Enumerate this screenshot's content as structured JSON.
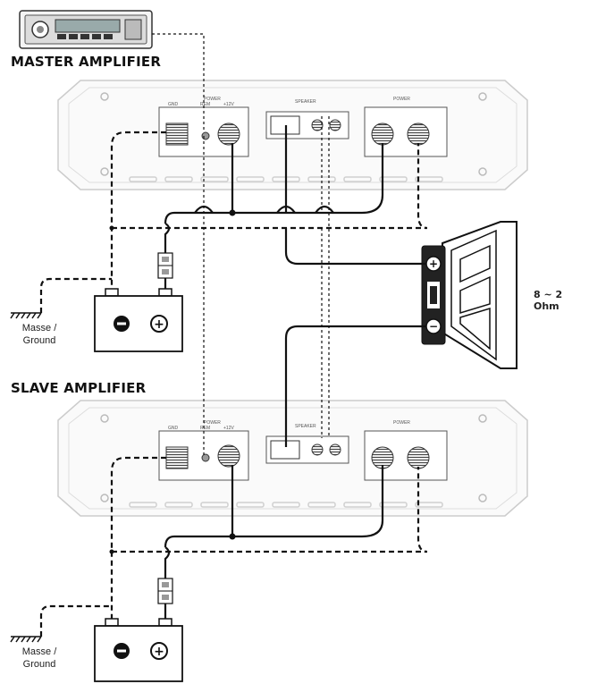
{
  "diagram": {
    "master_title": "MASTER AMPLIFIER",
    "slave_title": "SLAVE AMPLIFIER",
    "impedance": "8 ~ 2 Ohm",
    "ground_label_master": "Masse /\nGround",
    "ground_label_slave": "Masse /\nGround",
    "terminals": {
      "power": "POWER",
      "speaker": "SPEAKER",
      "gnd": "GND",
      "rem": "REM",
      "plus12v": "+12V"
    },
    "speaker_plus_symbol": "+",
    "speaker_minus_symbol": "−",
    "battery_minus_symbol": "−",
    "battery_plus_symbol": "+"
  },
  "colors": {
    "wire": "#111111",
    "amp_outline": "#cccccc",
    "amp_fill": "#fafafa"
  }
}
